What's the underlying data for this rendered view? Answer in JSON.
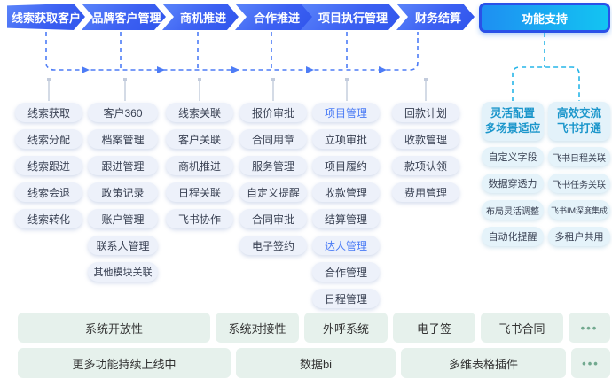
{
  "flow": {
    "stages": [
      "线索获取客户",
      "品牌客户管理",
      "商机推进",
      "合作推进",
      "项目执行管理",
      "财务结算"
    ],
    "support_label": "功能支持"
  },
  "columns": [
    {
      "items": [
        "线索获取",
        "线索分配",
        "线索跟进",
        "线索会退",
        "线索转化"
      ]
    },
    {
      "items": [
        "客户360",
        "档案管理",
        "跟进管理",
        "政策记录",
        "账户管理",
        "联系人管理",
        "其他模块关联"
      ]
    },
    {
      "items": [
        "线索关联",
        "客户关联",
        "商机推进",
        "日程关联",
        "飞书协作"
      ]
    },
    {
      "items": [
        "报价审批",
        "合同用章",
        "服务管理",
        "自定义提醒",
        "合同审批",
        "电子签约"
      ]
    },
    {
      "items": [
        "项目管理",
        "立项审批",
        "项目履约",
        "收款管理",
        "结算管理",
        "达人管理",
        "合作管理",
        "日程管理"
      ]
    },
    {
      "items": [
        "回款计划",
        "收款管理",
        "款项认领",
        "费用管理"
      ]
    }
  ],
  "support": {
    "groups": [
      {
        "title_line1": "灵活配置",
        "title_line2": "多场景适应",
        "items": [
          "自定义字段",
          "数据穿透力",
          "布局灵活调整",
          "自动化提醒"
        ]
      },
      {
        "title_line1": "高效交流",
        "title_line2": "飞书打通",
        "items": [
          "飞书日程关联",
          "飞书任务关联",
          "飞书IM深度集成",
          "多租户共用"
        ]
      }
    ]
  },
  "bottom": {
    "row1": [
      "系统开放性",
      "系统对接性",
      "外呼系统",
      "电子签",
      "飞书合同",
      "•••"
    ],
    "row2": [
      "更多功能持续上线中",
      "数据bi",
      "多维表格插件",
      "•••"
    ]
  },
  "colors": {
    "stage_gradient_start": "#5b85fa",
    "stage_gradient_end": "#2f55ec",
    "support_border": "#2a51e8",
    "support_gradient_start": "#1e8ff2",
    "support_gradient_end": "#13c4f2",
    "pill_bg": "#edf1fa",
    "pill_text": "#3a4254",
    "highlight_text": "#4a7bf5",
    "support_pill_bg": "#e5f3fa",
    "support_title_text": "#1b96cb",
    "bottom_bg": "#e6f1ec",
    "dots": "#72a98f",
    "connector_blue": "#4d7cf6",
    "connector_cyan": "#27b5e8",
    "connector_gray": "#c9d2e0"
  }
}
